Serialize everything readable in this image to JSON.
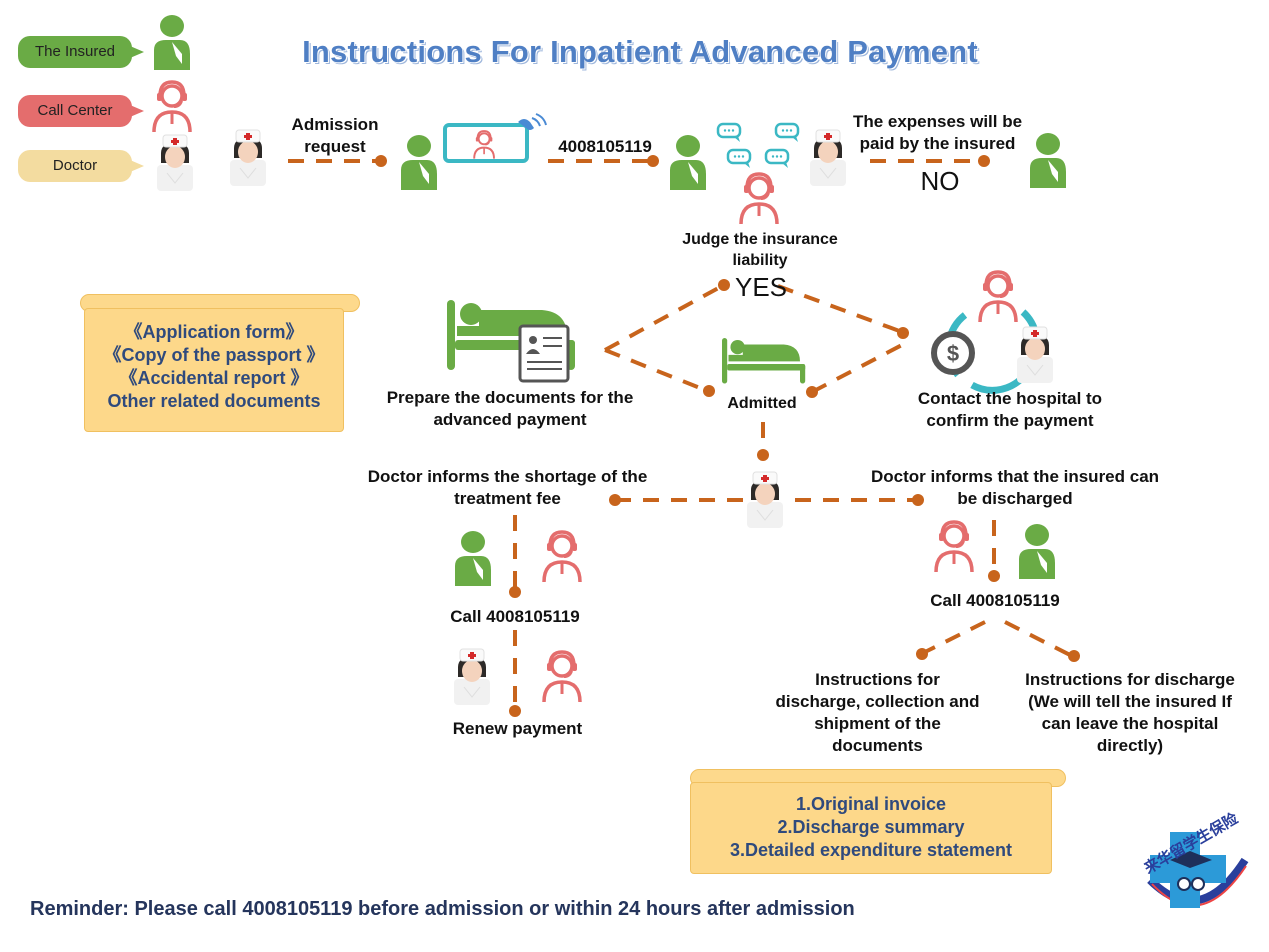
{
  "title": "Instructions For Inpatient Advanced Payment",
  "legend": [
    {
      "label": "The Insured",
      "icon": "insured-person-icon",
      "color": "#6aab45"
    },
    {
      "label": "Call Center",
      "icon": "call-center-agent-icon",
      "color": "#e46d6d"
    },
    {
      "label": "Doctor",
      "icon": "doctor-nurse-icon",
      "color": "#f3dca0"
    }
  ],
  "flow": {
    "admission_request": "Admission request",
    "phone_number": "4008105119",
    "expenses_paid_by_insured": "The expenses will be paid by the insured",
    "no": "NO",
    "judge_liability": "Judge the insurance liability",
    "yes": "YES",
    "prepare_documents": "Prepare the documents for the advanced payment",
    "admitted": "Admitted",
    "contact_hospital": "Contact the hospital to confirm the payment",
    "doctor_shortage": "Doctor informs the shortage of the treatment fee",
    "doctor_discharge": "Doctor informs that the insured can be discharged",
    "call_left": "Call 4008105119",
    "call_right": "Call 4008105119",
    "renew_payment": "Renew payment",
    "instructions_collection": "Instructions for discharge, collection and shipment of the documents",
    "instructions_direct": "Instructions for discharge (We will tell the insured If can leave the hospital directly)"
  },
  "documents_scroll": {
    "items": [
      "《Application form》",
      "《Copy of the passport 》",
      "《Accidental report 》",
      "Other related documents"
    ]
  },
  "discharge_scroll": {
    "items": [
      "1.Original invoice",
      "2.Discharge summary",
      "3.Detailed expenditure statement"
    ]
  },
  "reminder": "Reminder: Please call 4008105119 before admission or within 24 hours after admission",
  "logo": {
    "text": "来华留学生保险"
  },
  "colors": {
    "insured_green": "#6aab45",
    "call_center_red": "#e46d6d",
    "connector_orange": "#c8641c",
    "title_blue": "#4f7fc4",
    "scroll_yellow": "#fdd88a",
    "scroll_text": "#2f4a7d",
    "teal": "#3bb8c4"
  }
}
